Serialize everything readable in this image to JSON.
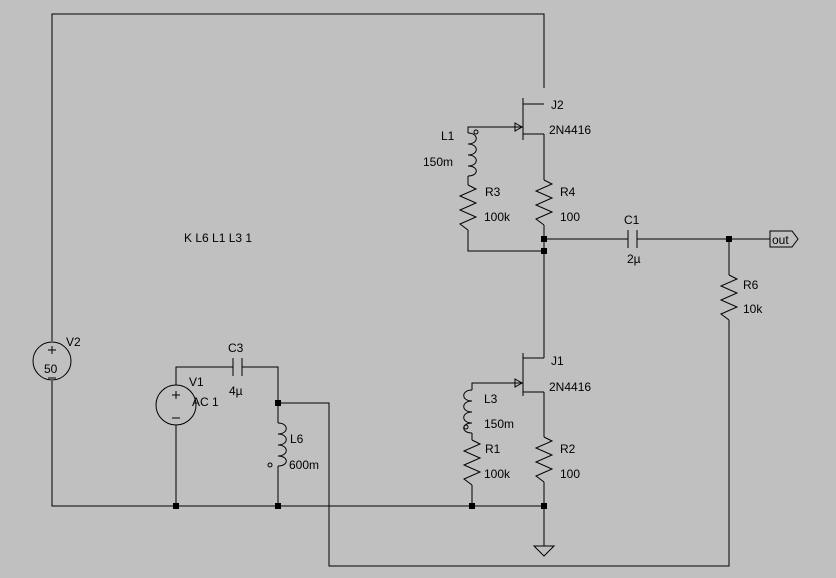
{
  "directive": "K L6 L1 L3 1",
  "J2": {
    "name": "J2",
    "model": "2N4416"
  },
  "J1": {
    "name": "J1",
    "model": "2N4416"
  },
  "L1": {
    "name": "L1",
    "value": "150m"
  },
  "L3": {
    "name": "L3",
    "value": "150m"
  },
  "L6": {
    "name": "L6",
    "value": "600m"
  },
  "R1": {
    "name": "R1",
    "value": "100k"
  },
  "R2": {
    "name": "R2",
    "value": "100"
  },
  "R3": {
    "name": "R3",
    "value": "100k"
  },
  "R4": {
    "name": "R4",
    "value": "100"
  },
  "R6": {
    "name": "R6",
    "value": "10k"
  },
  "C1": {
    "name": "C1",
    "value": "2µ"
  },
  "C3": {
    "name": "C3",
    "value": "4µ"
  },
  "V1": {
    "name": "V1",
    "value": "AC 1"
  },
  "V2": {
    "name": "V2",
    "value": "50"
  },
  "out_label": "out",
  "colors": {
    "background": "#c0c0c0",
    "wire": "#000000"
  }
}
